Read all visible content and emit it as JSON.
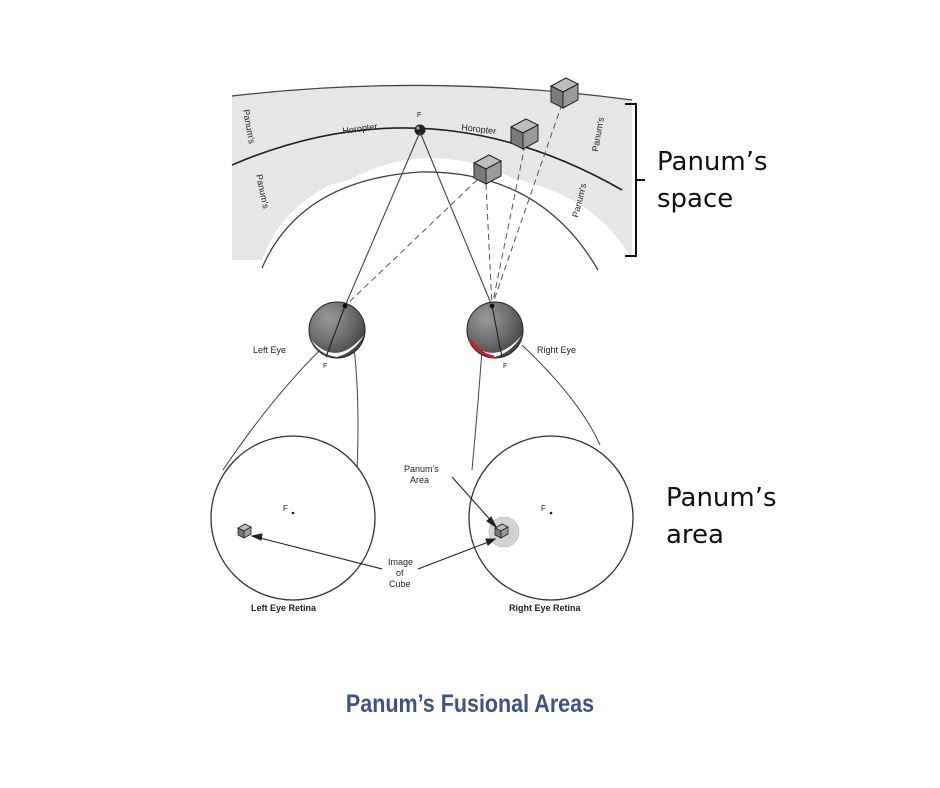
{
  "diagram": {
    "labels": {
      "panums_top_left": "Panum's",
      "panums_inner_left": "Panum's",
      "panums_top_right": "Panum's",
      "panums_inner_right": "Panum's",
      "horopter_left": "Horopter",
      "horopter_right": "Horopter",
      "fixation": "F",
      "left_eye": "Left Eye",
      "right_eye": "Right Eye",
      "left_eye_f": "F",
      "right_eye_f": "F",
      "left_retina_f": "F",
      "right_retina_f": "F",
      "panums_area_1": "Panum's",
      "panums_area_2": "Area",
      "image_1": "Image",
      "image_2": "of",
      "image_3": "Cube",
      "left_retina": "Left Eye Retina",
      "right_retina": "Right Eye Retina"
    },
    "callouts": {
      "space_1": "Panum’s",
      "space_2": "space",
      "area_1": "Panum’s",
      "area_2": "area"
    },
    "colors": {
      "line": "#444444",
      "band": "#e4e4e4",
      "retina_highlight": "#e0132a",
      "caption": "#3c5488"
    }
  },
  "caption": "Panum’s Fusional Areas"
}
